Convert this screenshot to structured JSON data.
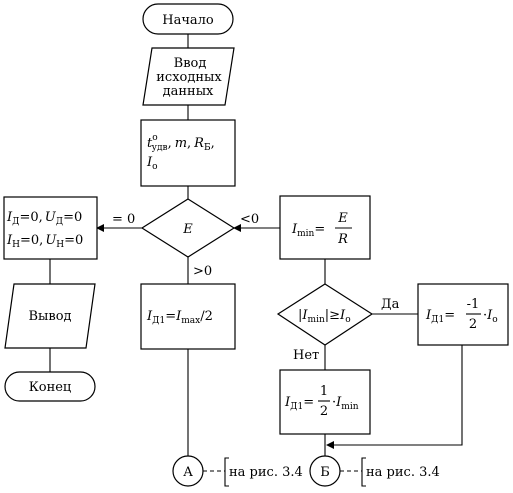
{
  "nodes": {
    "start": "Начало",
    "input_lines": [
      "Ввод",
      "исходных",
      "данных"
    ],
    "params": {
      "t": "t",
      "t_sup": "o",
      "t_sub": "удв",
      "m": "m",
      "R": "R",
      "R_sub": "Б",
      "I": "I",
      "I_sub": "o",
      "sep": ","
    },
    "decision_E": "E",
    "zero_box": {
      "I": "I",
      "I_sub_d": "Д",
      "I_sub_n": "Н",
      "U": "U",
      "U_sub_d": "Д",
      "U_sub_n": "Н",
      "eq_zero": "=0",
      "sep": ","
    },
    "output": "Вывод",
    "end": "Конец",
    "imin_box": {
      "I": "I",
      "sub": "min",
      "eq": "=",
      "E": "E",
      "R": "R"
    },
    "imax_box": {
      "I": "I",
      "sub_d1": "Д1",
      "eq": "=",
      "Imax": "I",
      "sub_max": "max",
      "div2": "/2"
    },
    "decision_imin": {
      "bar1": "|",
      "I": "I",
      "sub": "min",
      "bar2": "|",
      "ge": "≥",
      "Io": "I",
      "Io_sub": "o"
    },
    "half_imin_box": {
      "I": "I",
      "sub_d1": "Д1",
      "eq": "=",
      "num": "1",
      "den": "2",
      "dot": "·",
      "Imin": "I",
      "sub": "min"
    },
    "neg_half_box": {
      "I": "I",
      "sub_d1": "Д1",
      "eq": "=",
      "num": "-1",
      "den": "2",
      "dot": "·",
      "Io": "I",
      "Io_sub": "o"
    },
    "connector_a": "А",
    "connector_b": "Б",
    "note_a": "на рис. 3.4",
    "note_b": "на рис. 3.4"
  },
  "edges": {
    "eq_zero": "= 0",
    "lt_zero": "<0",
    "gt_zero": ">0",
    "yes": "Да",
    "no": "Нет"
  }
}
